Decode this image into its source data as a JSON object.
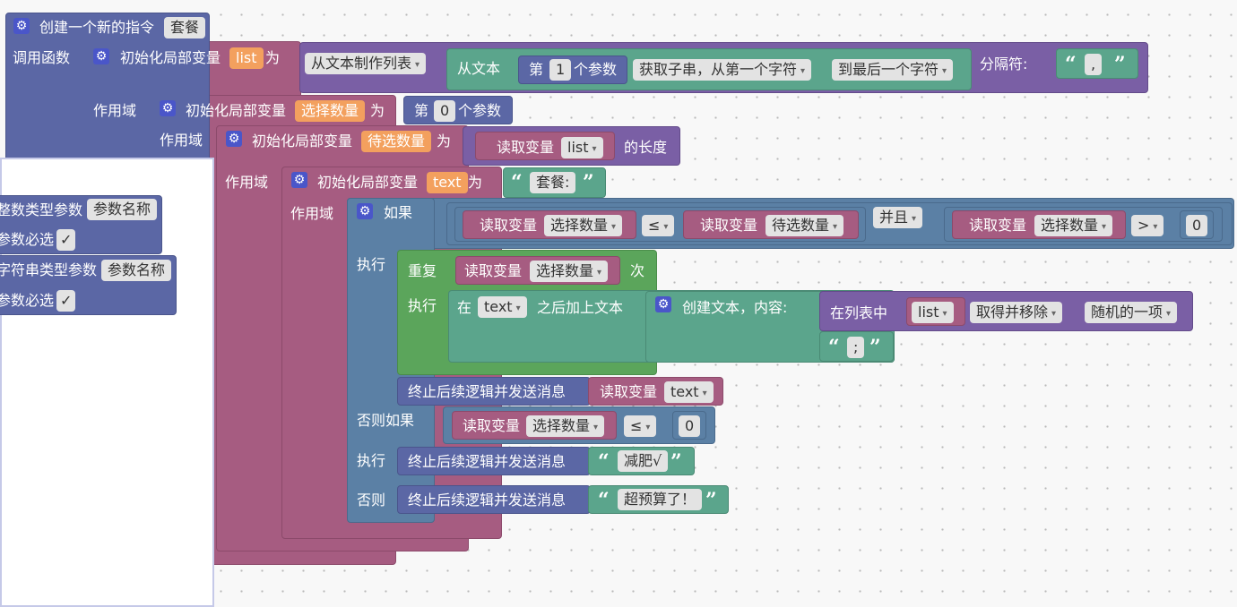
{
  "command": {
    "title": "创建一个新的指令",
    "name": "套餐",
    "call_label": "调用函数"
  },
  "init_list": {
    "label": "初始化局部变量",
    "var": "list",
    "as": "为",
    "scope": "作用域"
  },
  "make_list": {
    "label": "从文本制作列表",
    "from_text": "从文本",
    "separator_label": "分隔符:",
    "separator_value": ","
  },
  "param1": {
    "nth": "第",
    "index": "1",
    "suffix": "个参数"
  },
  "substring": {
    "mode": "获取子串，从第一个字符",
    "end": "到最后一个字符"
  },
  "init_select": {
    "label": "初始化局部变量",
    "var": "选择数量",
    "as": "为",
    "scope": "作用域"
  },
  "param0": {
    "nth": "第",
    "index": "0",
    "suffix": "个参数"
  },
  "init_pending": {
    "label": "初始化局部变量",
    "var": "待选数量",
    "as": "为",
    "scope": "作用域"
  },
  "length_of": {
    "read": "读取变量",
    "var": "list",
    "suffix": "的长度"
  },
  "init_text": {
    "label": "初始化局部变量",
    "var": "text",
    "as": "为",
    "scope": "作用域",
    "value": "套餐:"
  },
  "if_block": {
    "if": "如果",
    "do": "执行",
    "else_if": "否则如果",
    "else": "否则"
  },
  "cond1": {
    "read1": "读取变量",
    "var1": "选择数量",
    "op1": "≤",
    "read2": "读取变量",
    "var2": "待选数量",
    "and": "并且",
    "read3": "读取变量",
    "var3": "选择数量",
    "op2": ">",
    "num": "0"
  },
  "repeat": {
    "label": "重复",
    "read": "读取变量",
    "var": "选择数量",
    "times": "次",
    "do": "执行"
  },
  "append": {
    "in": "在",
    "var": "text",
    "after": "之后加上文本"
  },
  "create_text": {
    "label": "创建文本，内容:"
  },
  "list_op": {
    "in_list": "在列表中",
    "var": "list",
    "action": "取得并移除",
    "which": "随机的一项",
    "delimiter": ";"
  },
  "stop1": {
    "label": "终止后续逻辑并发送消息",
    "read": "读取变量",
    "var": "text"
  },
  "cond2": {
    "read": "读取变量",
    "var": "选择数量",
    "op": "≤",
    "num": "0"
  },
  "stop2": {
    "label": "终止后续逻辑并发送消息",
    "value": "减肥√"
  },
  "stop3": {
    "label": "终止后续逻辑并发送消息",
    "value": "超预算了！"
  },
  "flyout": {
    "int_param": "整数类型参数",
    "str_param": "字符串类型参数",
    "param_name": "参数名称",
    "required": "参数必选",
    "check": "✓"
  },
  "quotes": {
    "open": "“",
    "close": "”"
  },
  "icons": {
    "gear": "gear-icon",
    "dropdown": "▾"
  }
}
